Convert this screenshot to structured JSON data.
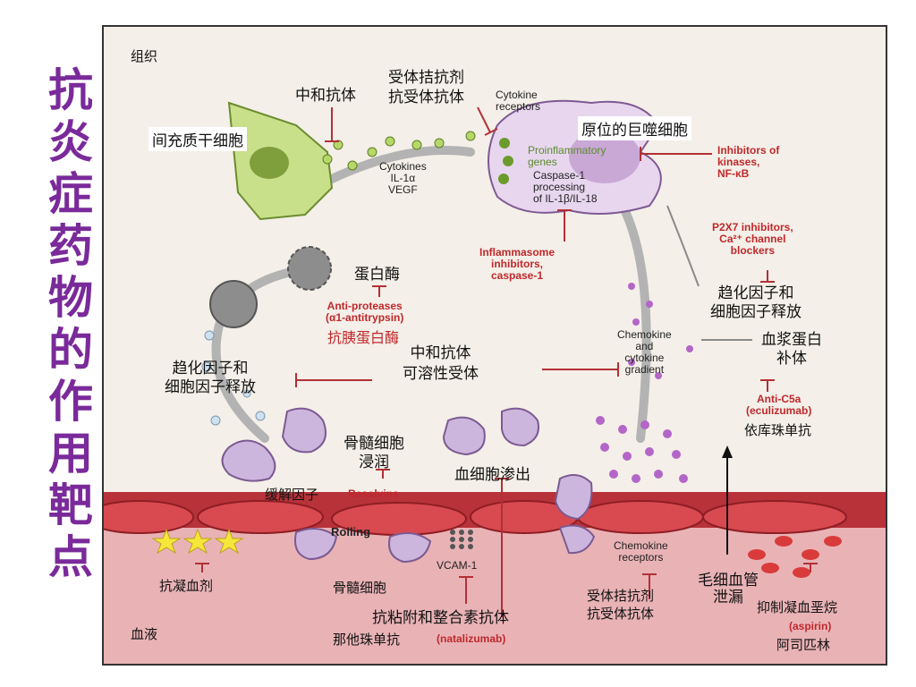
{
  "title_chars": [
    "抗",
    "炎",
    "症",
    "药",
    "物",
    "的",
    "作",
    "用",
    "靶",
    "点"
  ],
  "regions": {
    "tissue": "组织",
    "blood": "血液"
  },
  "labels": {
    "mesenchymal": "间充质干细胞",
    "neutralizing_ab_top": "中和抗体",
    "receptor_antagonist_top": "受体拮抗剂\n抗受体抗体",
    "cytokine_receptors": "Cytokine\nreceptors",
    "macrophage": "原位的巨噬细胞",
    "proinflammatory_genes": "Proinflammatory\ngenes",
    "caspase": "Caspase-1\nprocessing\nof IL-1β/IL-18",
    "cytokines": "Cytokines\nIL-1α\nVEGF",
    "kinase_inhibitors": "Inhibitors of\nkinases,\nNF-κB",
    "p2x7": "P2X7 inhibitors,\nCa²⁺ channel\nblockers",
    "chemotactic_release_right": "趋化因子和\n细胞因子释放",
    "inflammasome": "Inflammasome\ninhibitors,\ncaspase-1",
    "protease": "蛋白酶",
    "anti_proteases": "Anti-proteases\n(α1-antitrypsin)",
    "anti_trypsin_zh": "抗胰蛋白酶",
    "chemokine_gradient": "Chemokine\nand\ncytokine\ngradient",
    "plasma_complement": "血浆蛋白\n补体",
    "neutralizing_soluble": "中和抗体\n可溶性受体",
    "chemotactic_release_left": "趋化因子和\n细胞因子释放",
    "anti_c5a": "Anti-C5a\n(eculizumab)",
    "eculizumab_zh": "依库珠单抗",
    "marrow_infiltration": "骨髓细胞\n浸润",
    "resolving_factor": "缓解因子",
    "resolvins": "Resolvins",
    "leukocyte_extravasation": "血细胞渗出",
    "rolling": "Rolling",
    "vcam": "VCAM-1",
    "chemokine_receptors": "Chemokine\nreceptors",
    "capillary_leak": "毛细血管\n泄漏",
    "anticoagulant": "抗凝血剂",
    "marrow_cell": "骨髓细胞",
    "receptor_antagonist_bottom": "受体拮抗剂\n抗受体抗体",
    "anti_adhesion": "抗粘附和整合素抗体",
    "natalizumab_zh": "那他珠单抗",
    "natalizumab": "(natalizumab)",
    "thrombus_inhibit": "抑制凝血垩烷",
    "aspirin": "(aspirin)",
    "aspirin_zh": "阿司匹林"
  },
  "colors": {
    "title": "#7a2a9a",
    "inhibitor_red": "#c0282c",
    "vessel": "#b8323a",
    "cell_purple": "#cdb6dd",
    "stem_green": "#c8e08a"
  }
}
